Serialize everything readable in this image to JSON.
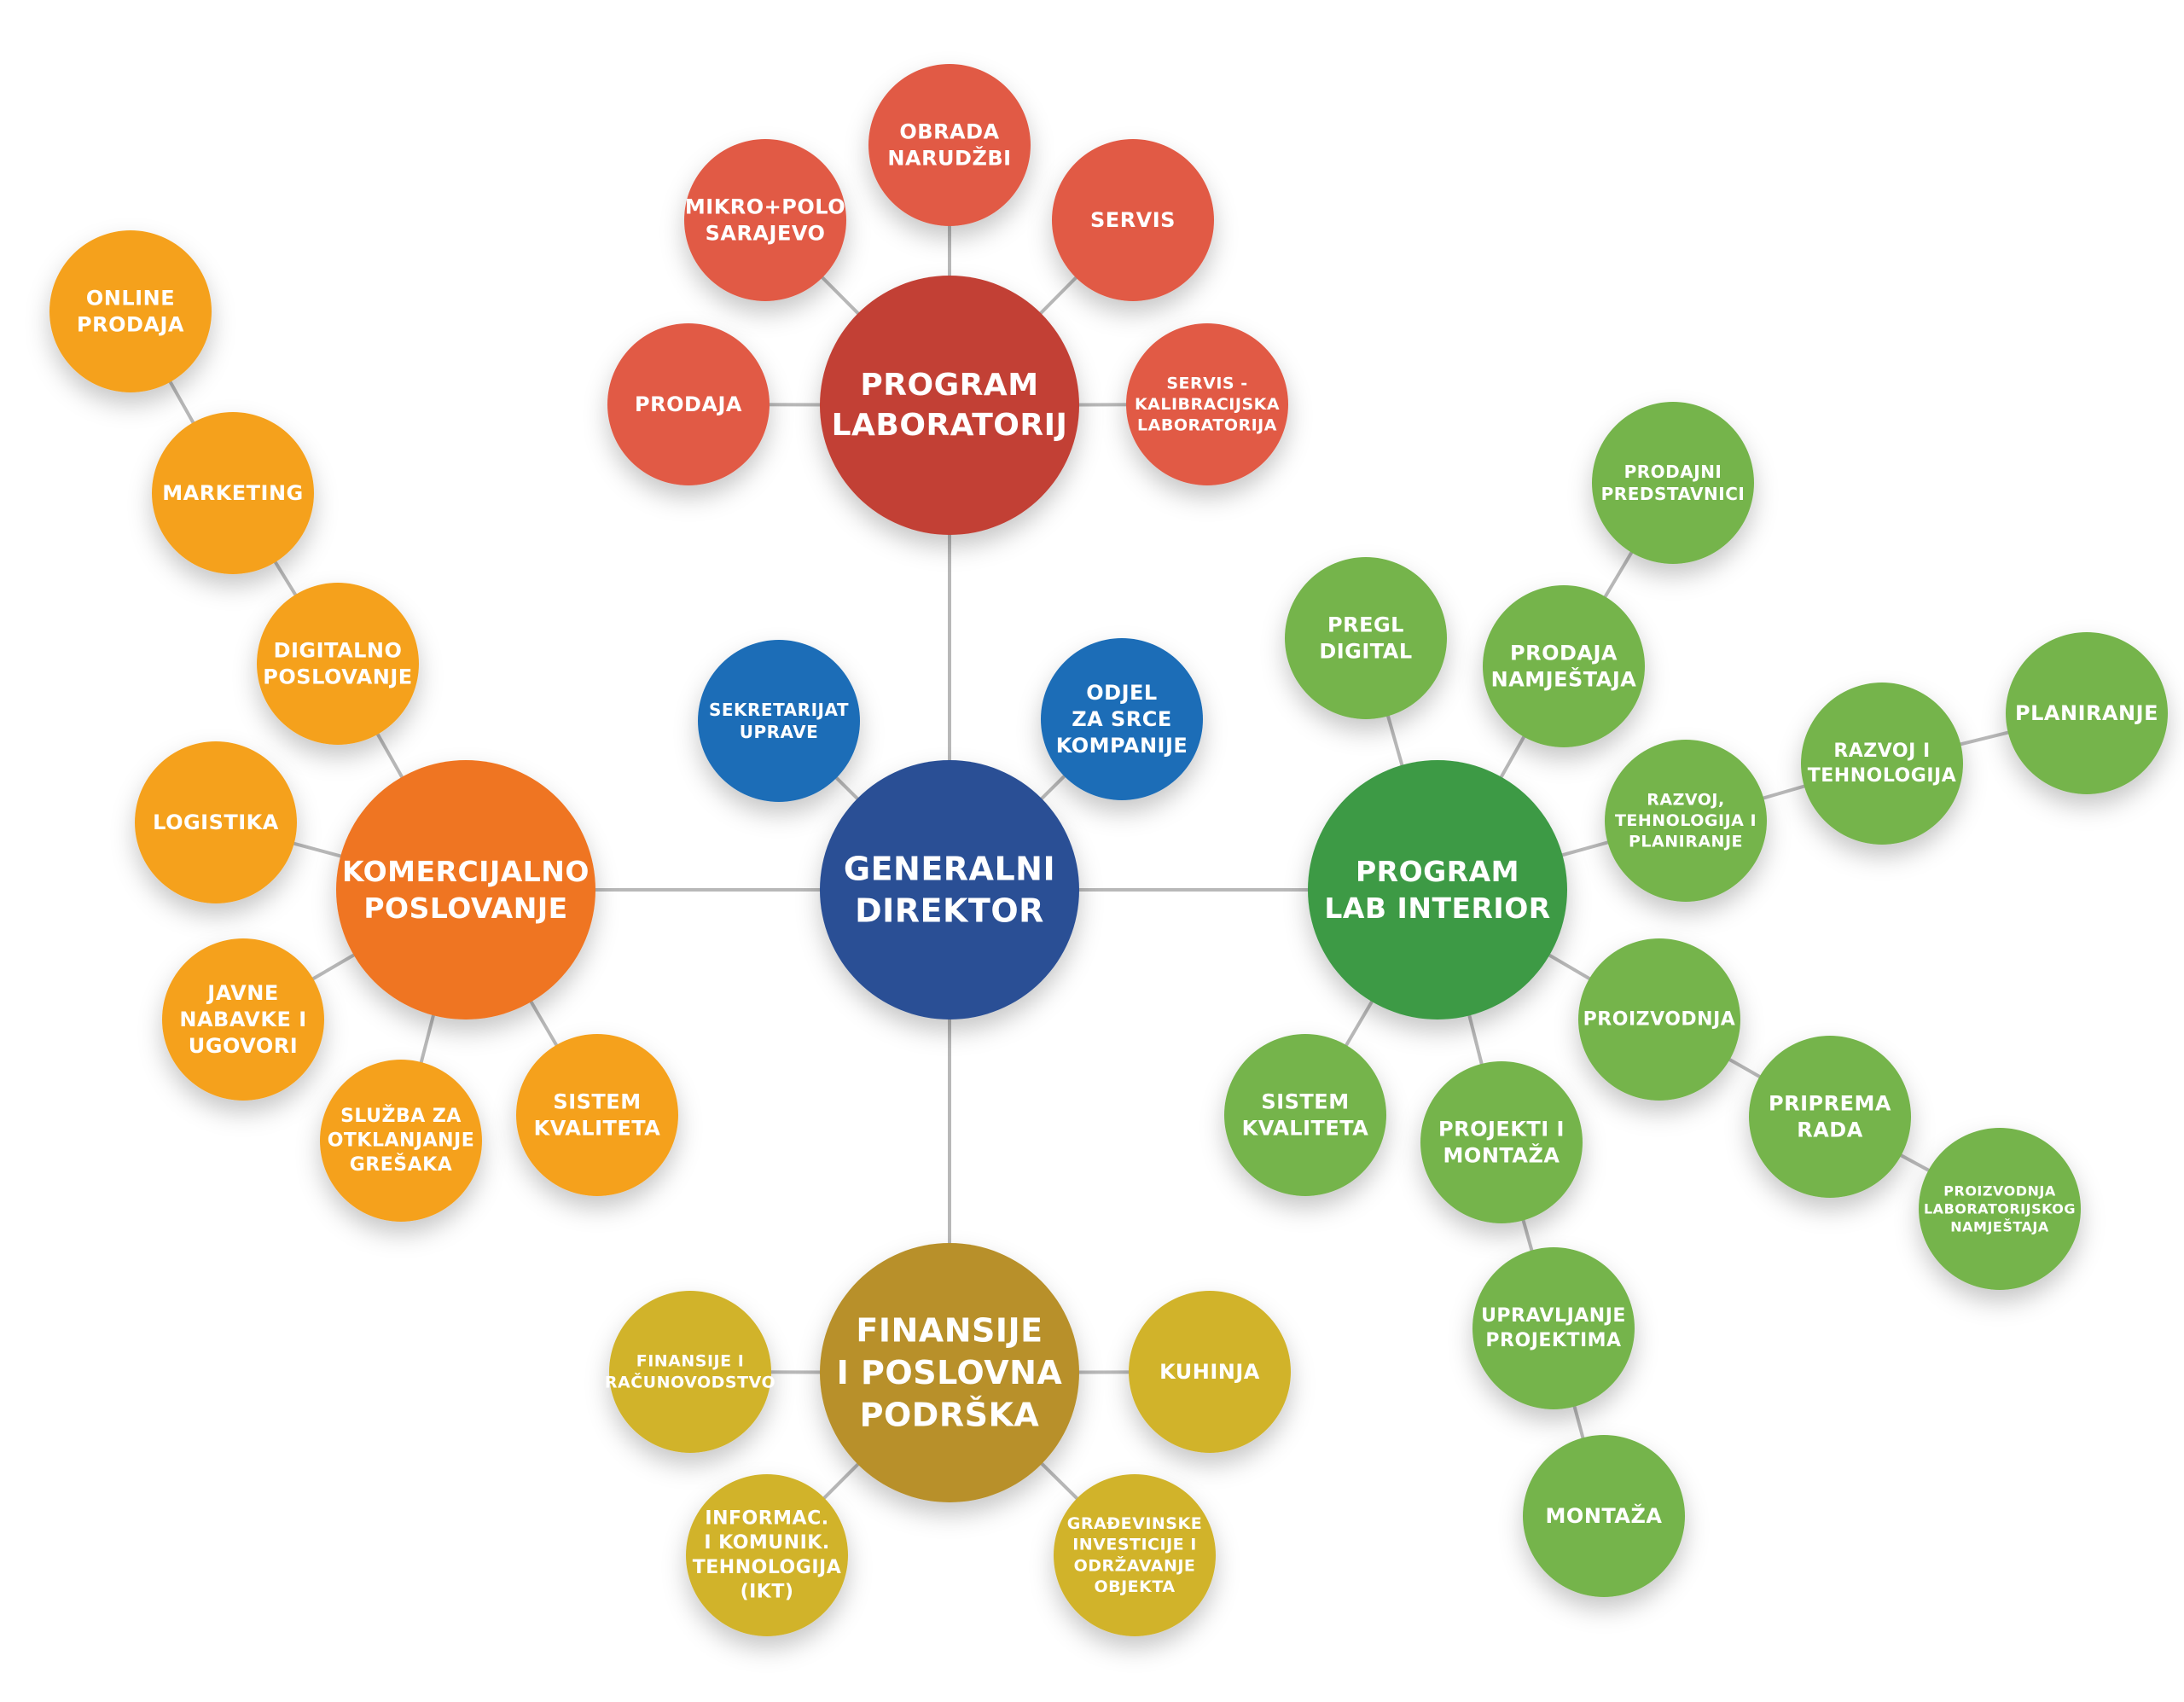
{
  "colors": {
    "central": "#2a4f95",
    "blue_unit": "#1c6db7",
    "red_hub": "#c24034",
    "red_leaf": "#e15a45",
    "orange_hub": "#ef7521",
    "orange_leaf": "#f5a11f",
    "green_hub": "#3c9a45",
    "green_leaf": "#74b44b",
    "gold_hub": "#b8902a",
    "gold_leaf": "#d1b32b",
    "link": "#b8b8b8"
  },
  "nodes": [
    {
      "id": "generalni-direktor",
      "lines": [
        "GENERALNI",
        "DIREKTOR"
      ],
      "color": "central",
      "kind": "hub"
    },
    {
      "id": "sekretarijat-uprave",
      "lines": [
        "SEKRETARIJAT",
        "UPRAVE"
      ],
      "color": "blue_unit",
      "kind": "leaf"
    },
    {
      "id": "odjel-za-srce-kompanije",
      "lines": [
        "ODJEL",
        "ZA SRCE",
        "KOMPANIJE"
      ],
      "color": "blue_unit",
      "kind": "leaf"
    },
    {
      "id": "program-laboratorij",
      "lines": [
        "PROGRAM",
        "LABORATORIJ"
      ],
      "color": "red_hub",
      "kind": "hub"
    },
    {
      "id": "obrada-narudzbi",
      "lines": [
        "OBRADA",
        "NARUDŽBI"
      ],
      "color": "red_leaf",
      "kind": "leaf"
    },
    {
      "id": "mikro-polo-sarajevo",
      "lines": [
        "MIKRO+POLO",
        "SARAJEVO"
      ],
      "color": "red_leaf",
      "kind": "leaf"
    },
    {
      "id": "servis",
      "lines": [
        "SERVIS"
      ],
      "color": "red_leaf",
      "kind": "leaf"
    },
    {
      "id": "prodaja",
      "lines": [
        "PRODAJA"
      ],
      "color": "red_leaf",
      "kind": "leaf"
    },
    {
      "id": "servis-kalibracijska-laboratorija",
      "lines": [
        "SERVIS -",
        "KALIBRACIJSKA",
        "LABORATORIJA"
      ],
      "color": "red_leaf",
      "kind": "leaf"
    },
    {
      "id": "komercijalno-poslovanje",
      "lines": [
        "KOMERCIJALNO",
        "POSLOVANJE"
      ],
      "color": "orange_hub",
      "kind": "hub"
    },
    {
      "id": "online-prodaja",
      "lines": [
        "ONLINE",
        "PRODAJA"
      ],
      "color": "orange_leaf",
      "kind": "leaf"
    },
    {
      "id": "marketing",
      "lines": [
        "MARKETING"
      ],
      "color": "orange_leaf",
      "kind": "leaf"
    },
    {
      "id": "digitalno-poslovanje",
      "lines": [
        "DIGITALNO",
        "POSLOVANJE"
      ],
      "color": "orange_leaf",
      "kind": "leaf"
    },
    {
      "id": "logistika",
      "lines": [
        "LOGISTIKA"
      ],
      "color": "orange_leaf",
      "kind": "leaf"
    },
    {
      "id": "javne-nabavke-i-ugovori",
      "lines": [
        "JAVNE",
        "NABAVKE I",
        "UGOVORI"
      ],
      "color": "orange_leaf",
      "kind": "leaf"
    },
    {
      "id": "sluzba-za-otklanjanje-gresaka",
      "lines": [
        "SLUŽBA ZA",
        "OTKLANJANJE",
        "GREŠAKA"
      ],
      "color": "orange_leaf",
      "kind": "leaf"
    },
    {
      "id": "sistem-kvaliteta-komercijalno",
      "lines": [
        "SISTEM",
        "KVALITETA"
      ],
      "color": "orange_leaf",
      "kind": "leaf"
    },
    {
      "id": "program-lab-interior",
      "lines": [
        "PROGRAM",
        "LAB INTERIOR"
      ],
      "color": "green_hub",
      "kind": "hub"
    },
    {
      "id": "pregl-digital",
      "lines": [
        "PREGL",
        "DIGITAL"
      ],
      "color": "green_leaf",
      "kind": "leaf"
    },
    {
      "id": "prodaja-namjestaja",
      "lines": [
        "PRODAJA",
        "NAMJEŠTAJA"
      ],
      "color": "green_leaf",
      "kind": "leaf"
    },
    {
      "id": "prodajni-predstavnici",
      "lines": [
        "PRODAJNI",
        "PREDSTAVNICI"
      ],
      "color": "green_leaf",
      "kind": "leaf"
    },
    {
      "id": "razvoj-tehnologija-i-planiranje",
      "lines": [
        "RAZVOJ,",
        "TEHNOLOGIJA I",
        "PLANIRANJE"
      ],
      "color": "green_leaf",
      "kind": "leaf"
    },
    {
      "id": "razvoj-i-tehnologija",
      "lines": [
        "RAZVOJ I",
        "TEHNOLOGIJA"
      ],
      "color": "green_leaf",
      "kind": "leaf"
    },
    {
      "id": "planiranje",
      "lines": [
        "PLANIRANJE"
      ],
      "color": "green_leaf",
      "kind": "leaf"
    },
    {
      "id": "proizvodnja",
      "lines": [
        "PROIZVODNJA"
      ],
      "color": "green_leaf",
      "kind": "leaf"
    },
    {
      "id": "priprema-rada",
      "lines": [
        "PRIPREMA",
        "RADA"
      ],
      "color": "green_leaf",
      "kind": "leaf"
    },
    {
      "id": "proizvodnja-laboratorijskog-namjestaja",
      "lines": [
        "PROIZVODNJA",
        "LABORATORIJSKOG",
        "NAMJEŠTAJA"
      ],
      "color": "green_leaf",
      "kind": "leaf"
    },
    {
      "id": "sistem-kvaliteta-lab-interior",
      "lines": [
        "SISTEM",
        "KVALITETA"
      ],
      "color": "green_leaf",
      "kind": "leaf"
    },
    {
      "id": "projekti-i-montaza",
      "lines": [
        "PROJEKTI I",
        "MONTAŽA"
      ],
      "color": "green_leaf",
      "kind": "leaf"
    },
    {
      "id": "upravljanje-projektima",
      "lines": [
        "UPRAVLJANJE",
        "PROJEKTIMA"
      ],
      "color": "green_leaf",
      "kind": "leaf"
    },
    {
      "id": "montaza",
      "lines": [
        "MONTAŽA"
      ],
      "color": "green_leaf",
      "kind": "leaf"
    },
    {
      "id": "finansije-i-poslovna-podrska",
      "lines": [
        "FINANSIJE",
        "I POSLOVNA",
        "PODRŠKA"
      ],
      "color": "gold_hub",
      "kind": "hub"
    },
    {
      "id": "finansije-i-racunovodstvo",
      "lines": [
        "FINANSIJE I",
        "RAČUNOVODSTVO"
      ],
      "color": "gold_leaf",
      "kind": "leaf"
    },
    {
      "id": "kuhinja",
      "lines": [
        "KUHINJA"
      ],
      "color": "gold_leaf",
      "kind": "leaf"
    },
    {
      "id": "ikt",
      "lines": [
        "INFORMAC.",
        "I KOMUNIK.",
        "TEHNOLOGIJA",
        "(IKT)"
      ],
      "color": "gold_leaf",
      "kind": "leaf"
    },
    {
      "id": "gradjevinske-investicije",
      "lines": [
        "GRAĐEVINSKE",
        "INVESTICIJE I",
        "ODRŽAVANJE",
        "OBJEKTA"
      ],
      "color": "gold_leaf",
      "kind": "leaf"
    }
  ],
  "edges": [
    [
      "generalni-direktor",
      "program-laboratorij"
    ],
    [
      "generalni-direktor",
      "komercijalno-poslovanje"
    ],
    [
      "generalni-direktor",
      "program-lab-interior"
    ],
    [
      "generalni-direktor",
      "finansije-i-poslovna-podrska"
    ],
    [
      "generalni-direktor",
      "sekretarijat-uprave"
    ],
    [
      "generalni-direktor",
      "odjel-za-srce-kompanije"
    ],
    [
      "program-laboratorij",
      "obrada-narudzbi"
    ],
    [
      "program-laboratorij",
      "mikro-polo-sarajevo"
    ],
    [
      "program-laboratorij",
      "servis"
    ],
    [
      "program-laboratorij",
      "prodaja"
    ],
    [
      "program-laboratorij",
      "servis-kalibracijska-laboratorija"
    ],
    [
      "komercijalno-poslovanje",
      "digitalno-poslovanje"
    ],
    [
      "digitalno-poslovanje",
      "marketing"
    ],
    [
      "marketing",
      "online-prodaja"
    ],
    [
      "komercijalno-poslovanje",
      "logistika"
    ],
    [
      "komercijalno-poslovanje",
      "javne-nabavke-i-ugovori"
    ],
    [
      "komercijalno-poslovanje",
      "sluzba-za-otklanjanje-gresaka"
    ],
    [
      "komercijalno-poslovanje",
      "sistem-kvaliteta-komercijalno"
    ],
    [
      "program-lab-interior",
      "pregl-digital"
    ],
    [
      "program-lab-interior",
      "prodaja-namjestaja"
    ],
    [
      "prodaja-namjestaja",
      "prodajni-predstavnici"
    ],
    [
      "program-lab-interior",
      "razvoj-tehnologija-i-planiranje"
    ],
    [
      "razvoj-tehnologija-i-planiranje",
      "razvoj-i-tehnologija"
    ],
    [
      "razvoj-i-tehnologija",
      "planiranje"
    ],
    [
      "program-lab-interior",
      "proizvodnja"
    ],
    [
      "proizvodnja",
      "priprema-rada"
    ],
    [
      "priprema-rada",
      "proizvodnja-laboratorijskog-namjestaja"
    ],
    [
      "program-lab-interior",
      "sistem-kvaliteta-lab-interior"
    ],
    [
      "program-lab-interior",
      "projekti-i-montaza"
    ],
    [
      "projekti-i-montaza",
      "upravljanje-projektima"
    ],
    [
      "upravljanje-projektima",
      "montaza"
    ],
    [
      "finansije-i-poslovna-podrska",
      "finansije-i-racunovodstvo"
    ],
    [
      "finansije-i-poslovna-podrska",
      "kuhinja"
    ],
    [
      "finansije-i-poslovna-podrska",
      "ikt"
    ],
    [
      "finansije-i-poslovna-podrska",
      "gradjevinske-investicije"
    ]
  ]
}
